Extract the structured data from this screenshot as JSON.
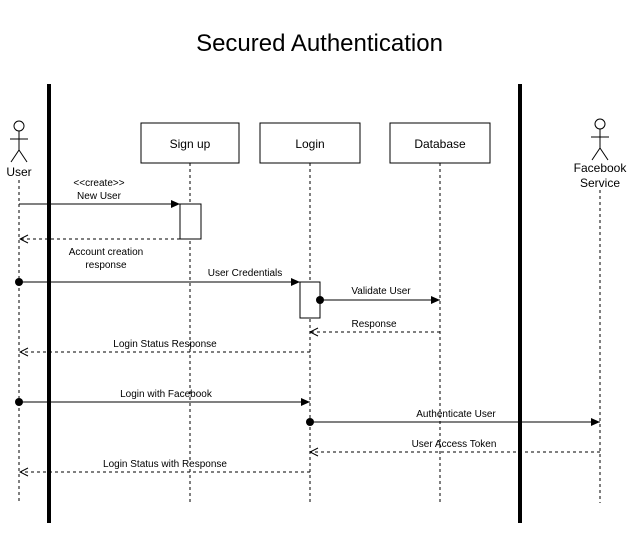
{
  "title": "Secured Authentication",
  "actors": {
    "user": "User",
    "facebook_line1": "Facebook",
    "facebook_line2": "Service"
  },
  "lifelines": {
    "signup": "Sign up",
    "login": "Login",
    "database": "Database"
  },
  "messages": {
    "create_stereotype": "<<create>>",
    "new_user": "New User",
    "account_response_line1": "Account creation",
    "account_response_line2": "response",
    "user_credentials": "User Credentials",
    "validate_user": "Validate User",
    "response": "Response",
    "login_status_response": "Login Status Response",
    "login_with_facebook": "Login with Facebook",
    "authenticate_user": "Authenticate User",
    "user_access_token": "User Access Token",
    "login_status_with_response": "Login Status with Response"
  }
}
